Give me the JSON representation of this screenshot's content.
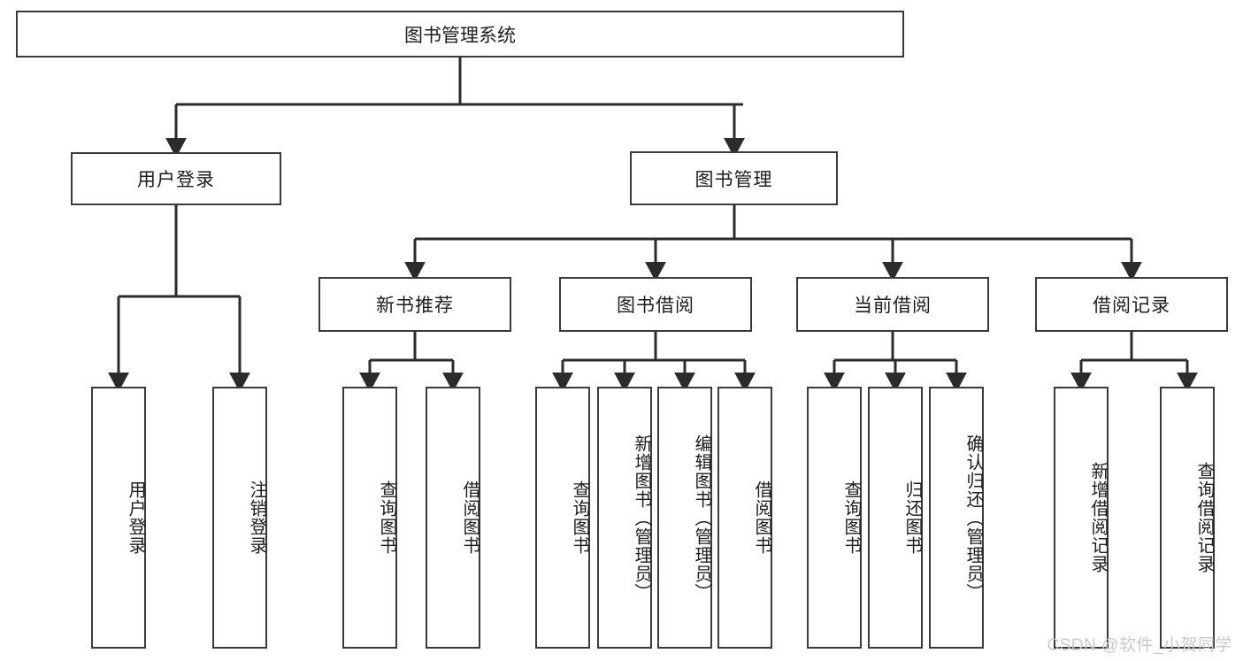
{
  "diagram": {
    "type": "tree",
    "title": "图书管理系统",
    "watermark": "CSDN @软件_小贺同学",
    "colors": {
      "stroke": "#3a3a3a",
      "fill": "#ffffff",
      "text": "#1d1d1d",
      "watermark": "#c9c9c9"
    },
    "root": {
      "label": "图书管理系统"
    },
    "level2": [
      {
        "label": "用户登录"
      },
      {
        "label": "图书管理"
      }
    ],
    "level3": [
      {
        "label": "新书推荐"
      },
      {
        "label": "图书借阅"
      },
      {
        "label": "当前借阅"
      },
      {
        "label": "借阅记录"
      }
    ],
    "leaves": {
      "user_login": [
        {
          "label": "用户登录"
        },
        {
          "label": "注销登录"
        }
      ],
      "new_book": [
        {
          "label": "查询图书"
        },
        {
          "label": "借阅图书"
        }
      ],
      "book_borrow": [
        {
          "label": "查询图书"
        },
        {
          "label": "新增图书（管理员）"
        },
        {
          "label": "编辑图书（管理员）"
        },
        {
          "label": "借阅图书"
        }
      ],
      "current_borrow": [
        {
          "label": "查询图书"
        },
        {
          "label": "归还图书"
        },
        {
          "label": "确认归还（管理员）"
        }
      ],
      "borrow_record": [
        {
          "label": "新增借阅记录"
        },
        {
          "label": "查询借阅记录"
        }
      ]
    }
  }
}
